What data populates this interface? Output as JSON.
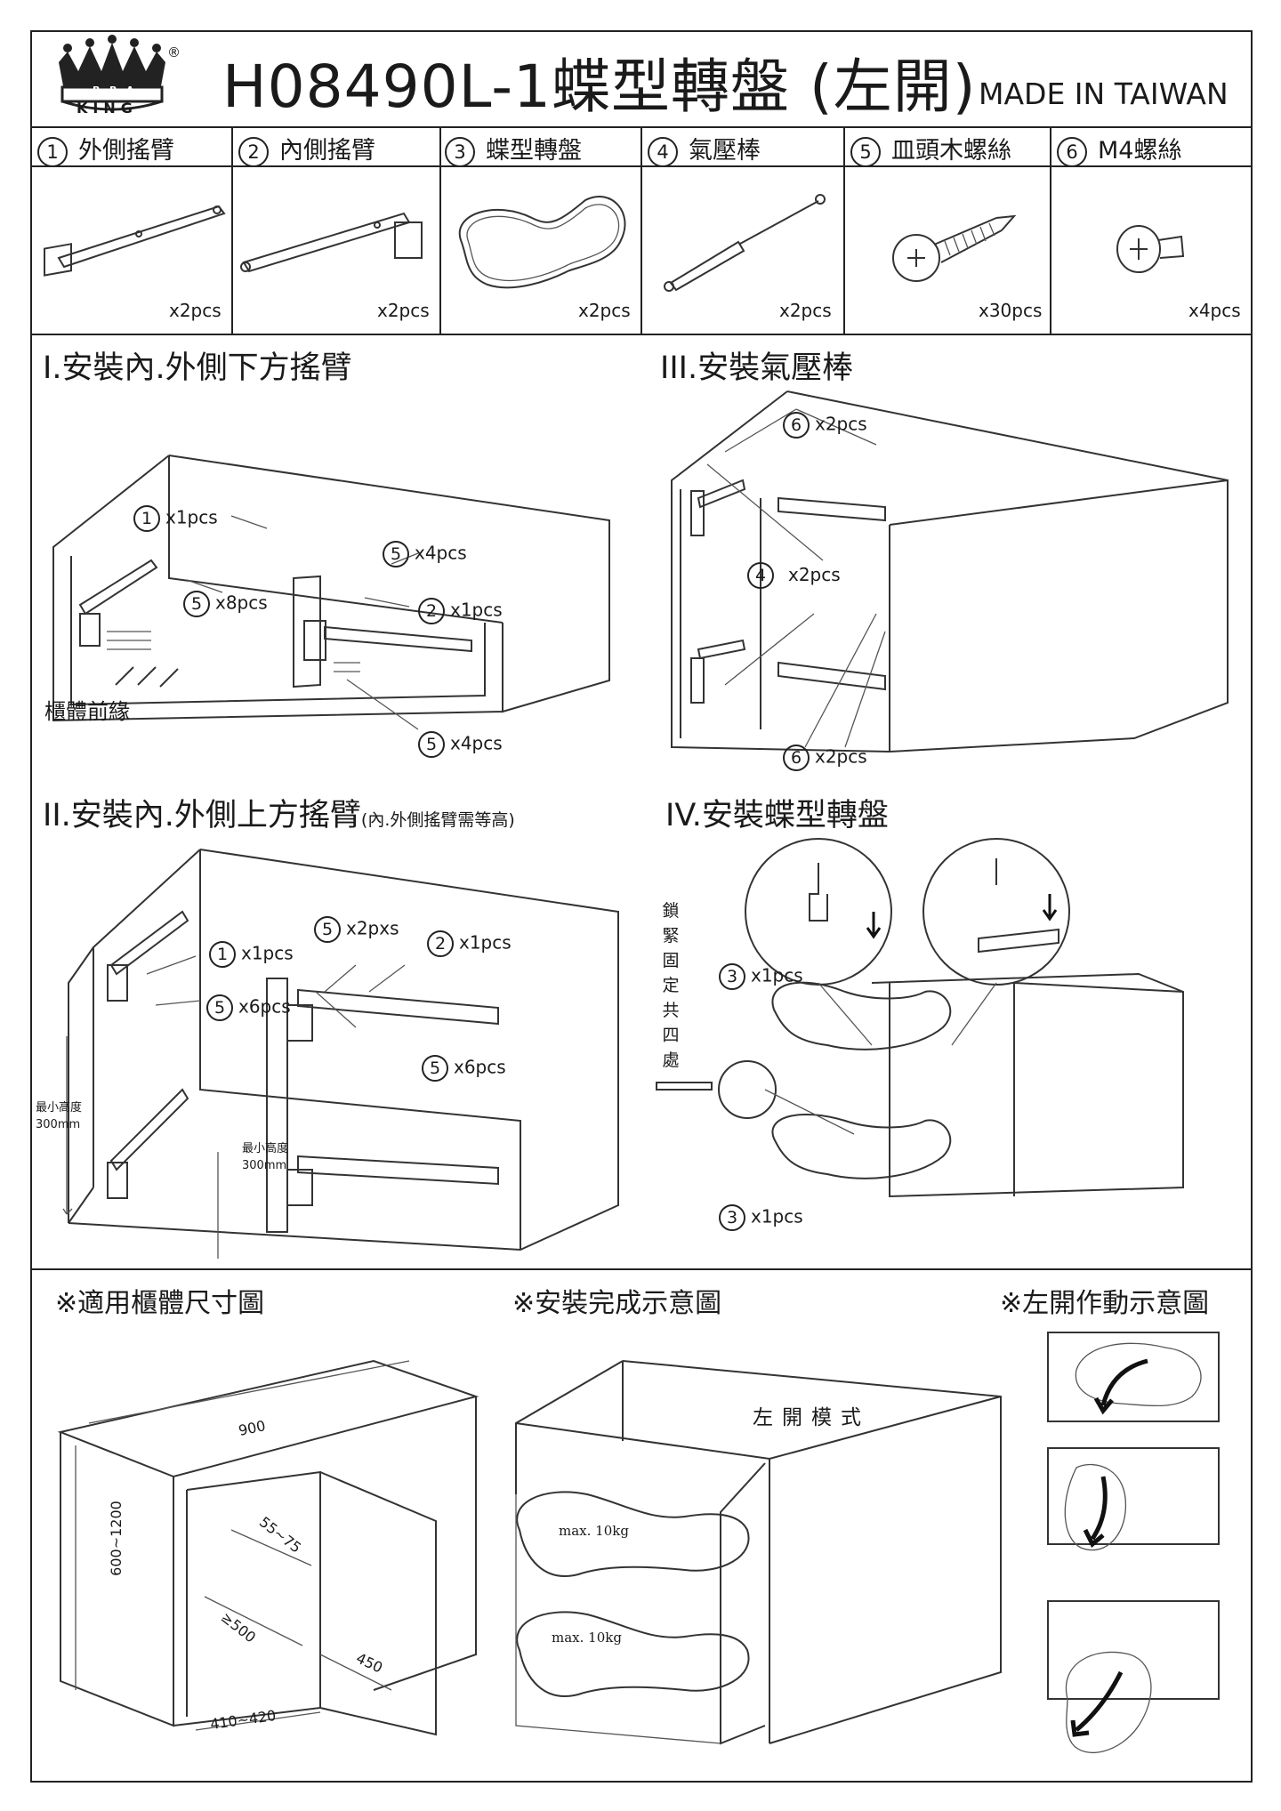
{
  "header": {
    "brand": "KING",
    "brand_sub": "B-B-A",
    "registered": "®",
    "title": "H08490L-1蝶型轉盤 (左開)",
    "made_in": "MADE IN TAIWAN"
  },
  "parts": [
    {
      "num": "1",
      "name": "外側搖臂",
      "qty": "x2pcs",
      "icon": "outer-swing-arm-icon"
    },
    {
      "num": "2",
      "name": "內側搖臂",
      "qty": "x2pcs",
      "icon": "inner-swing-arm-icon"
    },
    {
      "num": "3",
      "name": "蝶型轉盤",
      "qty": "x2pcs",
      "icon": "butterfly-tray-icon"
    },
    {
      "num": "4",
      "name": "氣壓棒",
      "qty": "x2pcs",
      "icon": "gas-strut-icon"
    },
    {
      "num": "5",
      "name": "皿頭木螺絲",
      "qty": "x30pcs",
      "icon": "wood-screw-icon"
    },
    {
      "num": "6",
      "name": "M4螺絲",
      "qty": "x4pcs",
      "icon": "m4-screw-icon"
    }
  ],
  "steps": {
    "s1": {
      "title": "I.安裝內.外側下方搖臂",
      "labels": [
        {
          "num": "1",
          "text": "x1pcs"
        },
        {
          "num": "5",
          "text": "x4pcs"
        },
        {
          "num": "5",
          "text": "x8pcs"
        },
        {
          "num": "2",
          "text": "x1pcs"
        },
        {
          "num": "5",
          "text": "x4pcs"
        }
      ],
      "front_edge": "櫃體前緣"
    },
    "s2": {
      "title": "II.安裝內.外側上方搖臂",
      "title_note": "(內.外側搖臂需等高)",
      "labels": [
        {
          "num": "5",
          "text": "x2pxs"
        },
        {
          "num": "2",
          "text": "x1pcs"
        },
        {
          "num": "1",
          "text": "x1pcs"
        },
        {
          "num": "5",
          "text": "x6pcs"
        },
        {
          "num": "5",
          "text": "x6pcs"
        }
      ],
      "min_height_label": "最小高度",
      "min_height_value": "300mm"
    },
    "s3": {
      "title": "III.安裝氣壓棒",
      "labels": [
        {
          "num": "6",
          "text": "x2pcs"
        },
        {
          "num": "4",
          "text": "x2pcs"
        },
        {
          "num": "6",
          "text": "x2pcs"
        }
      ]
    },
    "s4": {
      "title": "IV.安裝蝶型轉盤",
      "lock_note": "鎖緊固定共四處",
      "labels": [
        {
          "num": "3",
          "text": "x1pcs"
        },
        {
          "num": "3",
          "text": "x1pcs"
        }
      ]
    }
  },
  "bottom": {
    "size_title": "※適用櫃體尺寸圖",
    "done_title": "※安裝完成示意圖",
    "action_title": "※左開作動示意圖",
    "dims": {
      "width": "900",
      "height": "600~1200",
      "door_offset": "55~75",
      "depth": "≥500",
      "door": "450",
      "inner": "410~420"
    },
    "mode_label": "左開模式",
    "max_load": "max. 10kg"
  }
}
